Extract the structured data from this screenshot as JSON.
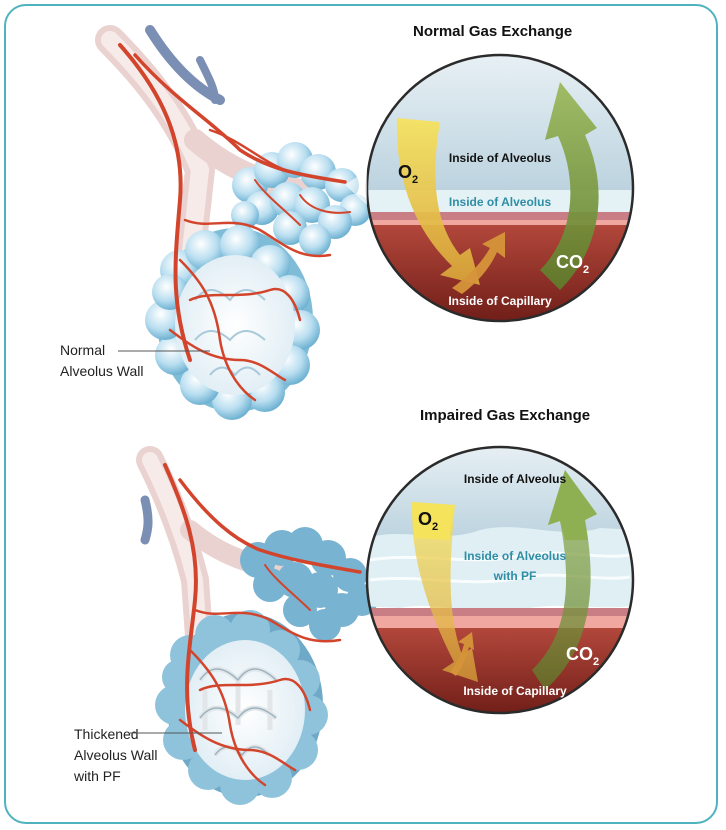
{
  "normal": {
    "title": "Normal Gas Exchange",
    "callout_line1": "Normal",
    "callout_line2": "Alveolus Wall",
    "circle": {
      "alveolus_label": "Inside of Alveolus",
      "membrane_label": "Inside of Alveolus",
      "capillary_label": "Inside of Capillary",
      "o2_label": "O",
      "o2_sub": "2",
      "co2_label": "CO",
      "co2_sub": "2"
    }
  },
  "impaired": {
    "title": "Impaired Gas Exchange",
    "callout_line1": "Thickened",
    "callout_line2": "Alveolus Wall",
    "callout_line3": "with PF",
    "circle": {
      "alveolus_label": "Inside of Alveolus",
      "membrane_label_line1": "Inside of Alveolus",
      "membrane_label_line2": "with PF",
      "capillary_label": "Inside of Capillary",
      "o2_label": "O",
      "o2_sub": "2",
      "co2_label": "CO",
      "co2_sub": "2"
    }
  },
  "colors": {
    "frame": "#4fb3bf",
    "alveolus_sky": "#cfe0ea",
    "membrane_normal": "#e4f2f6",
    "membrane_label": "#2f8ea6",
    "capillary": "#8e2a22",
    "o2_arrow": "#f2d23a",
    "co2_arrow": "#7c9a3e",
    "vessel": "#d2452c",
    "alveoli": "#8fc8e2"
  }
}
